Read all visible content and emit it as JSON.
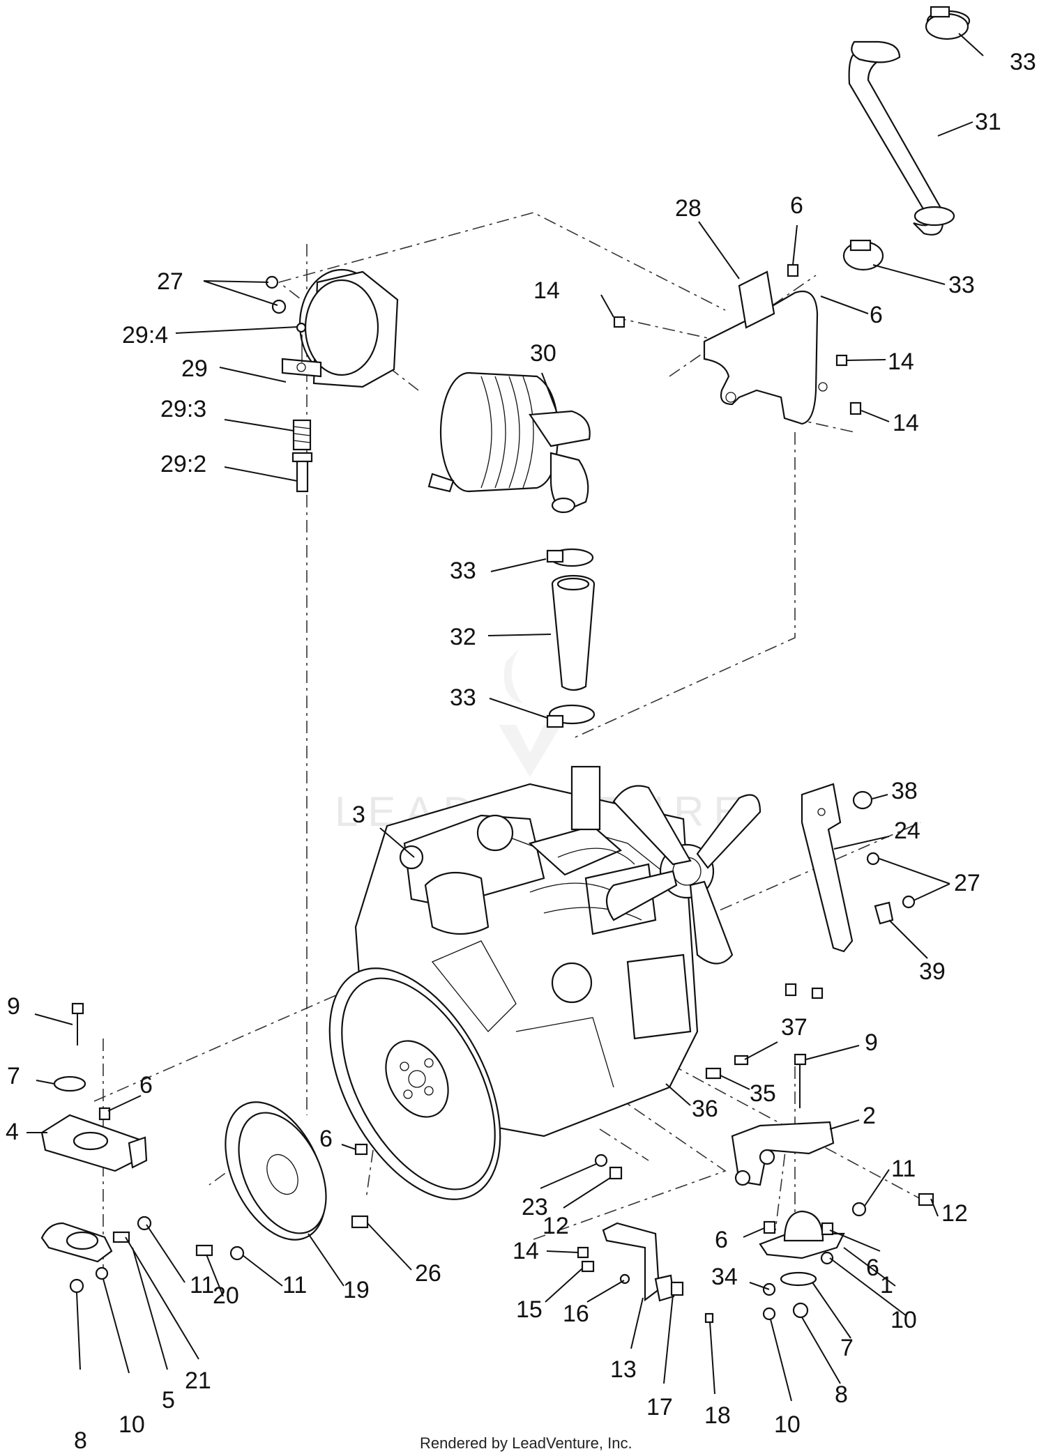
{
  "watermark": "LEADVENTURE",
  "footer": "Rendered by LeadVenture, Inc.",
  "callouts": [
    "33",
    "31",
    "28",
    "6",
    "33",
    "6",
    "27",
    "14",
    "29:4",
    "30",
    "14",
    "29",
    "29:3",
    "14",
    "29:2",
    "33",
    "32",
    "33",
    "38",
    "3",
    "24",
    "27",
    "39",
    "9",
    "37",
    "9",
    "7",
    "6",
    "35",
    "36",
    "4",
    "2",
    "6",
    "11",
    "23",
    "12",
    "12",
    "14",
    "6",
    "6",
    "11",
    "11",
    "26",
    "1",
    "19",
    "20",
    "34",
    "15",
    "16",
    "10",
    "21",
    "7",
    "13",
    "5",
    "17",
    "8",
    "18",
    "10",
    "10",
    "8"
  ]
}
